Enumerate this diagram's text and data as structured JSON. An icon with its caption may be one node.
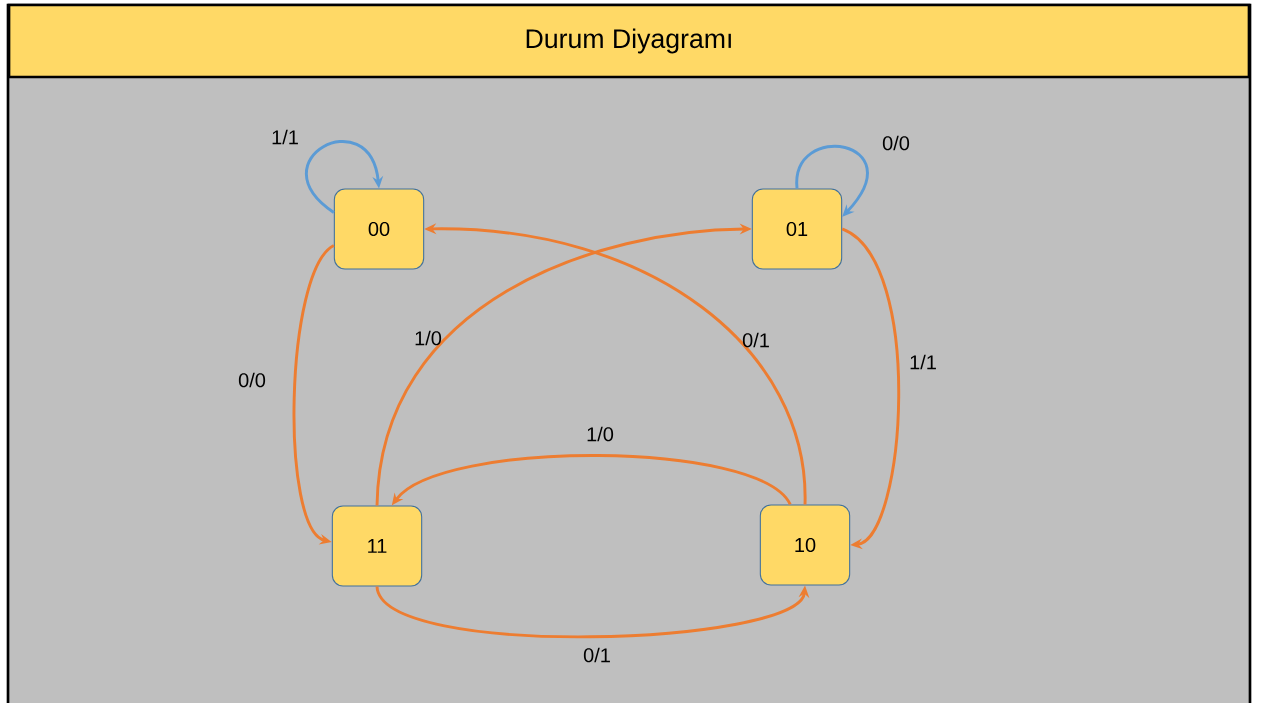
{
  "diagram": {
    "title": "Durum Diyagramı",
    "nodes": [
      {
        "text": [
          "00"
        ]
      },
      {
        "text": [
          "01"
        ]
      },
      {
        "text": [
          "11"
        ]
      },
      {
        "text": [
          "10"
        ]
      }
    ],
    "edges": [
      {
        "from": 0,
        "to": 0,
        "arrow": "to",
        "label": "1/1",
        "color": "#5b9bd5"
      },
      {
        "from": 1,
        "to": 1,
        "arrow": "to",
        "label": "0/0",
        "color": "#5b9bd5"
      },
      {
        "from": 0,
        "to": 2,
        "arrow": "to",
        "label": "0/0"
      },
      {
        "from": 2,
        "to": 1,
        "arrow": "to",
        "label": "1/0"
      },
      {
        "from": 3,
        "to": 0,
        "arrow": "to",
        "label": "0/1"
      },
      {
        "from": 1,
        "to": 3,
        "arrow": "to",
        "label": "1/1"
      },
      {
        "from": 3,
        "to": 2,
        "arrow": "to",
        "label": "1/0"
      },
      {
        "from": 2,
        "to": 3,
        "arrow": "to",
        "label": "0/1"
      }
    ]
  }
}
